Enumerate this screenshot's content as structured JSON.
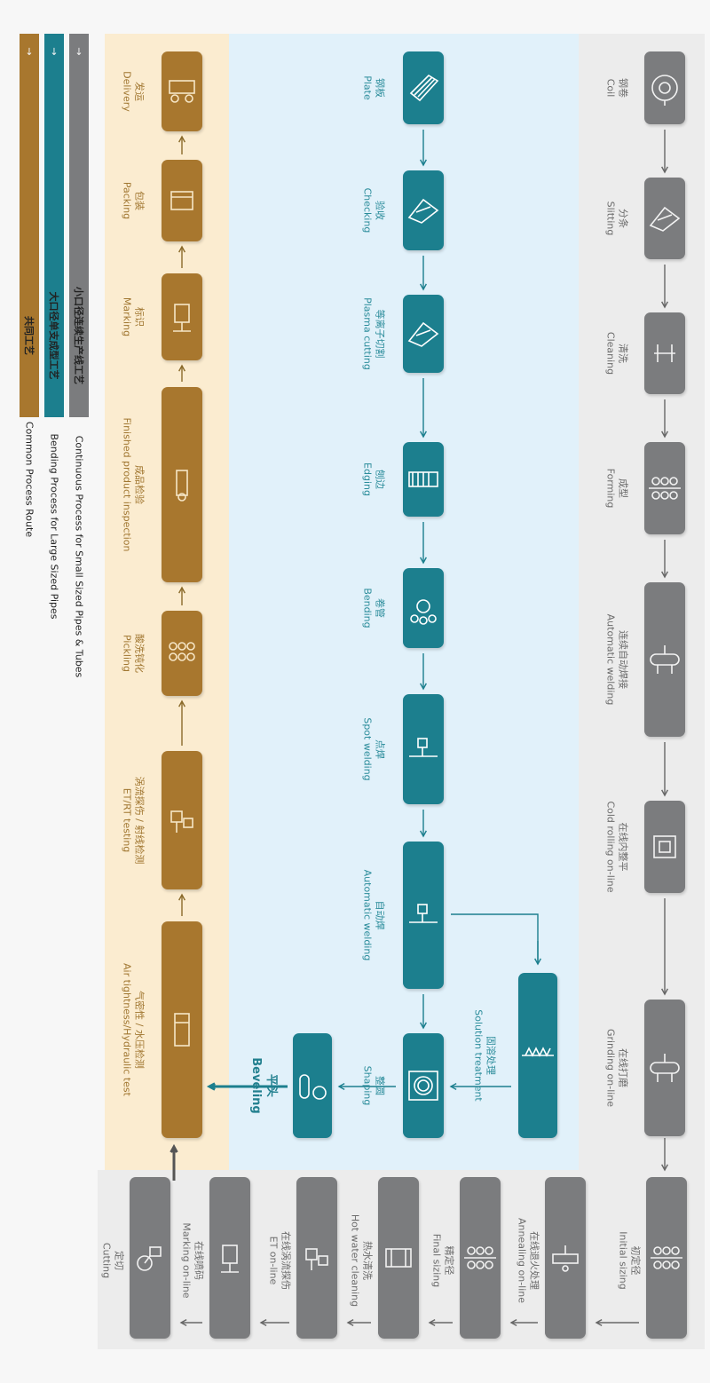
{
  "legend": [
    {
      "cn": "小口径连续生产线工艺",
      "en": "Continuous Process for Small Sized Pipes & Tubes",
      "color": "#7b7c7e",
      "arrow": "→"
    },
    {
      "cn": "大口径单支成型工艺",
      "en": "Bending Process for Large Sized Pipes",
      "color": "#1c7f8e",
      "arrow": "→"
    },
    {
      "cn": "共同工艺",
      "en": "Common Process Route",
      "color": "#a8772e",
      "arrow": "→"
    }
  ],
  "gray_steps": [
    {
      "cn": "钢卷",
      "en": "Coil",
      "icon": "coil-icon"
    },
    {
      "cn": "分条",
      "en": "Slitting",
      "icon": "slitting-icon"
    },
    {
      "cn": "清洗",
      "en": "Cleaning",
      "icon": "cleaning-icon"
    },
    {
      "cn": "成型",
      "en": "Forming",
      "icon": "forming-icon"
    },
    {
      "cn": "连续自动焊接",
      "en": "Automatic welding",
      "icon": "welding-icon"
    },
    {
      "cn": "在线内整平",
      "en": "Cold rolling on-line",
      "icon": "cold-rolling-icon"
    },
    {
      "cn": "在线打磨",
      "en": "Grinding on-line",
      "icon": "grinding-icon"
    }
  ],
  "gray_steps_return": [
    {
      "cn": "初定径",
      "en": "Initial sizing",
      "icon": "initial-sizing-icon"
    },
    {
      "cn": "在线退火处理",
      "en": "Annealing on-line",
      "icon": "annealing-icon"
    },
    {
      "cn": "精定径",
      "en": "Final sizing",
      "icon": "final-sizing-icon"
    },
    {
      "cn": "热水清洗",
      "en": "Hot water cleaning",
      "icon": "hot-water-icon"
    },
    {
      "cn": "在线涡流探伤",
      "en": "ET on-line",
      "icon": "et-online-icon"
    },
    {
      "cn": "在线喷码",
      "en": "Marking on-line",
      "icon": "marking-online-icon"
    },
    {
      "cn": "定切",
      "en": "Cutting",
      "icon": "cutting-icon"
    }
  ],
  "teal_steps": [
    {
      "cn": "钢板",
      "en": "Plate",
      "icon": "plate-icon"
    },
    {
      "cn": "验收",
      "en": "Checking",
      "icon": "checking-icon"
    },
    {
      "cn": "等离子切割",
      "en": "Plasma cutting",
      "icon": "plasma-cutting-icon"
    },
    {
      "cn": "刨边",
      "en": "Edging",
      "icon": "edging-icon"
    },
    {
      "cn": "卷管",
      "en": "Bending",
      "icon": "bending-icon"
    },
    {
      "cn": "点焊",
      "en": "Spot welding",
      "icon": "spot-welding-icon"
    },
    {
      "cn": "自动焊",
      "en": "Automatic welding",
      "icon": "auto-welding-icon"
    },
    {
      "cn": "整圆",
      "en": "Shaping",
      "icon": "shaping-icon"
    }
  ],
  "teal_side": [
    {
      "cn": "固溶处理",
      "en": "Solution treatment",
      "icon": "solution-treatment-icon"
    },
    {
      "cn": "平头",
      "en": "Beveling",
      "icon": "beveling-icon"
    }
  ],
  "brown_steps": [
    {
      "cn": "发运",
      "en": "Delivery",
      "icon": "delivery-icon"
    },
    {
      "cn": "包装",
      "en": "Packing",
      "icon": "packing-icon"
    },
    {
      "cn": "标识",
      "en": "Marking",
      "icon": "marking-icon"
    },
    {
      "cn": "成品检验",
      "en": "Finished product inspection",
      "icon": "inspection-icon"
    },
    {
      "cn": "酸洗钝化",
      "en": "Pickling",
      "icon": "pickling-icon"
    },
    {
      "cn": "涡流探伤 / 射线检测",
      "en": "ET/RT testing",
      "icon": "et-rt-icon"
    },
    {
      "cn": "气密性 / 水压检测",
      "en": "Air tightness/Hydraulic test",
      "icon": "hydraulic-test-icon"
    }
  ]
}
